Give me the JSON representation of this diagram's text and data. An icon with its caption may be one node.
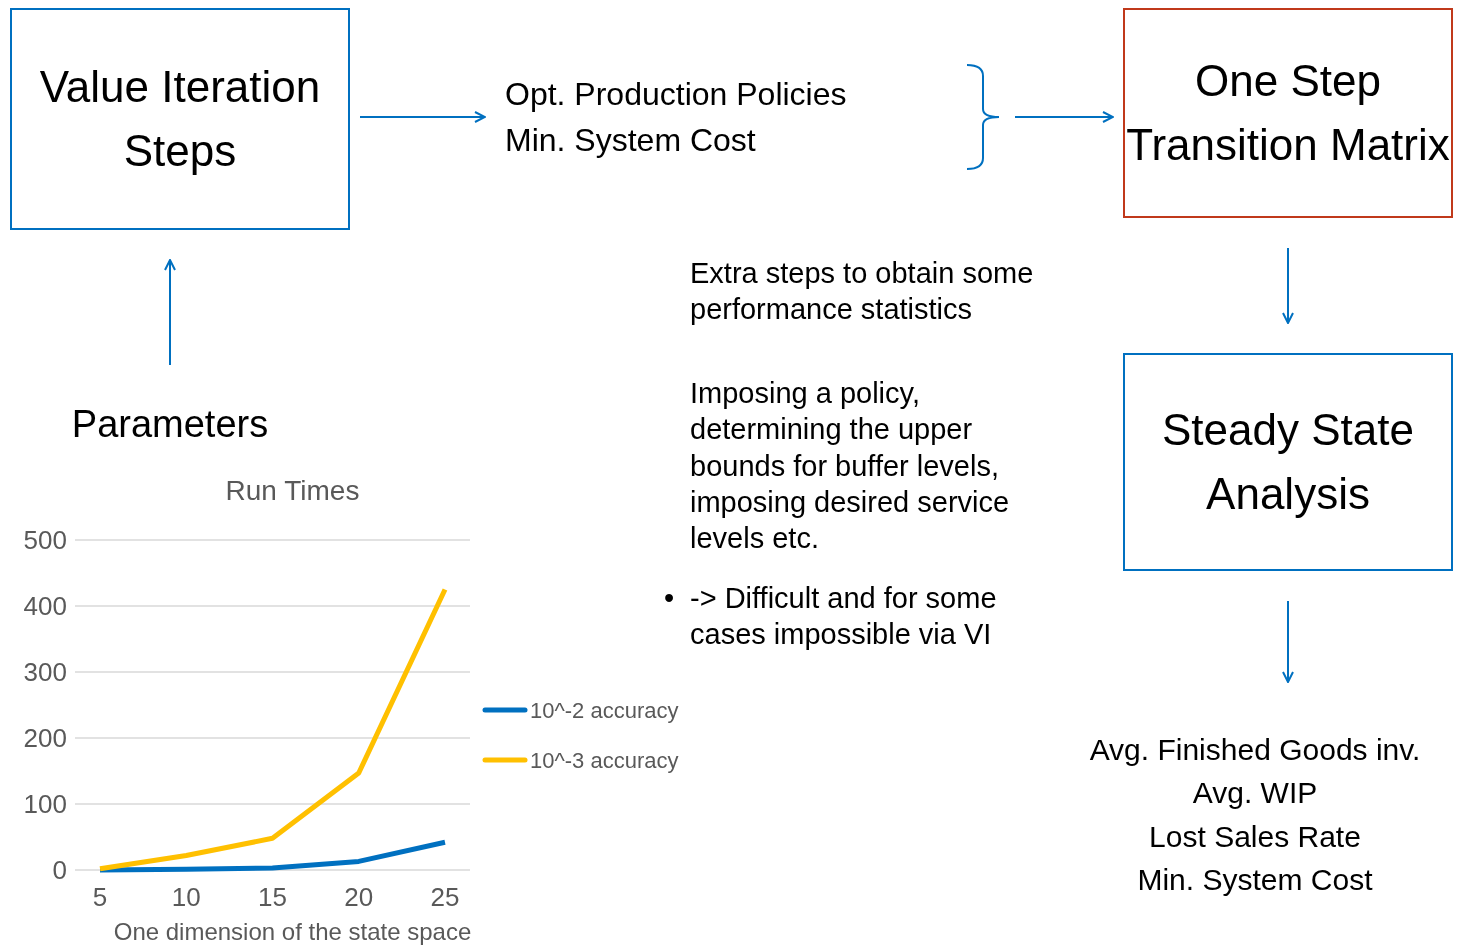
{
  "diagram": {
    "nodes": [
      {
        "text": [
          "Value Iteration Steps"
        ]
      },
      {
        "text": [
          "Opt. Production Policies",
          "Min. System Cost"
        ]
      },
      {
        "text": [
          "One Step Transition Matrix"
        ]
      },
      {
        "text": [
          "Steady State Analysis"
        ]
      },
      {
        "text": [
          "Avg. Finished Goods inv.",
          "Avg. WIP",
          "Lost Sales Rate",
          "Min. System Cost"
        ]
      },
      {
        "text": [
          "Parameters"
        ]
      }
    ],
    "edges": [
      {
        "from": 5,
        "to": 0,
        "arrow": "to"
      },
      {
        "from": 0,
        "to": 1,
        "arrow": "to"
      },
      {
        "from": 1,
        "to": 2,
        "arrow": "to"
      },
      {
        "from": 2,
        "to": 3,
        "arrow": "to"
      },
      {
        "from": 3,
        "to": 4,
        "arrow": "to"
      }
    ],
    "labels": [
      "Extra steps to obtain some performance statistics",
      "Imposing a policy, determining the upper bounds for buffer levels, imposing desired service levels etc.",
      "•",
      "-> Difficult and for some cases impossible via VI"
    ],
    "chart_data": {
      "type": "line",
      "title": "Run Times",
      "xlabel": "One dimension of the state space",
      "categories": [
        5,
        10,
        15,
        20,
        25
      ],
      "series": [
        {
          "name": "10^-2 accuracy",
          "color": "#0070c0",
          "values": [
            0,
            1,
            3,
            13,
            42
          ]
        },
        {
          "name": "10^-3 accuracy",
          "color": "#ffc000",
          "values": [
            2,
            22,
            48,
            147,
            425
          ]
        }
      ],
      "grid": true,
      "legend": true,
      "ylim": [
        0,
        500
      ],
      "yticks": [
        0,
        100,
        200,
        300,
        400,
        500
      ]
    }
  }
}
